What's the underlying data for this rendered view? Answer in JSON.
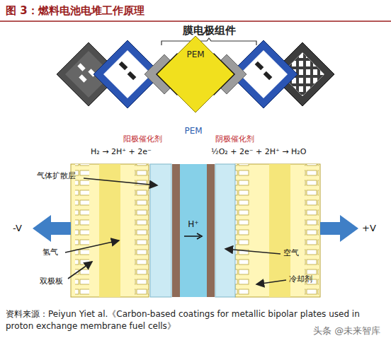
{
  "diagram": {
    "title": "图 3：燃料电池电堆工作原理",
    "caption": "资料来源：Peiyun Yiet al.《Carbon-based coatings for metallic bipolar plates used in proton exchange membrane fuel cells》",
    "nodes": [
      {
        "text": [
          "PEM"
        ]
      },
      {
        "text": [
          "PEM",
          "H⁺"
        ]
      }
    ],
    "labels": [
      "膜电极组件",
      "阳极催化剂",
      "阴极催化剂",
      "H₂ → 2H⁺ + 2e⁻",
      "½O₂ + 2e⁻ + 2H⁺ → H₂O",
      "气体扩散层",
      "-V",
      "+V",
      "氢气",
      "空气",
      "双极板",
      "冷却剂",
      "头条 @未来智库"
    ]
  }
}
